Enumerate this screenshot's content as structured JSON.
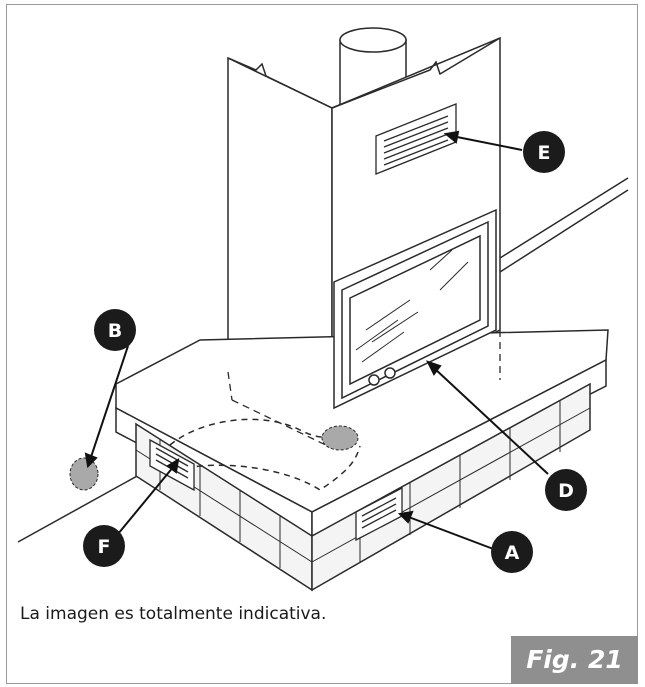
{
  "diagram": {
    "callouts": [
      {
        "id": "A",
        "label": "A"
      },
      {
        "id": "B",
        "label": "B"
      },
      {
        "id": "D",
        "label": "D"
      },
      {
        "id": "E",
        "label": "E"
      },
      {
        "id": "F",
        "label": "F"
      }
    ],
    "icons": [
      "chimney-hood",
      "fireplace-insert",
      "stone-base",
      "air-vent",
      "air-duct"
    ]
  },
  "caption": "La imagen es totalmente indicativa.",
  "figure_label": "Fig. 21",
  "colors": {
    "badge": "#1b1b1b",
    "label_bg": "#8f8f8f",
    "line": "#2a2a2a",
    "duct_fill": "#a9a9a9"
  }
}
